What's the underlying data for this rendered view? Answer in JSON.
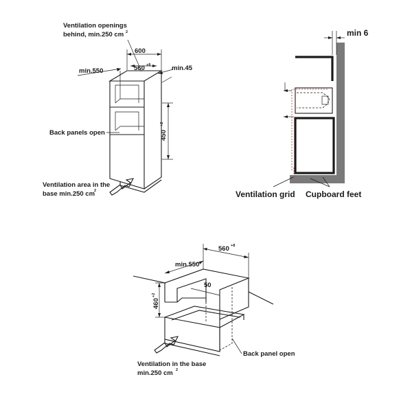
{
  "diagram1": {
    "vent_behind_line1": "Ventilation openings",
    "vent_behind_line2": "behind, min.250 cm",
    "vent_behind_sup": "2",
    "dim_width": "600",
    "dim_opening": "560",
    "dim_opening_sup": "+8",
    "dim_depth": "min.550",
    "dim_side": "min.45",
    "dim_height": "450",
    "dim_height_sup": "+2",
    "back_panels": "Back panels open",
    "vent_base_line1": "Ventilation area in the",
    "vent_base_line2": "base min.250 cm",
    "vent_base_sup": "2"
  },
  "diagram2": {
    "dim_gap": "min 6",
    "vent_grid": "Ventilation grid",
    "cupboard_feet": "Cupboard feet"
  },
  "diagram3": {
    "dim_width": "560",
    "dim_width_sup": "+8",
    "dim_depth": "min.550",
    "dim_inner": "50",
    "dim_height": "460",
    "dim_height_sup": "+2",
    "back_panel": "Back panel open",
    "vent_line1": "Ventilation in the base",
    "vent_line2": "min.250 cm",
    "vent_sup": "2"
  }
}
